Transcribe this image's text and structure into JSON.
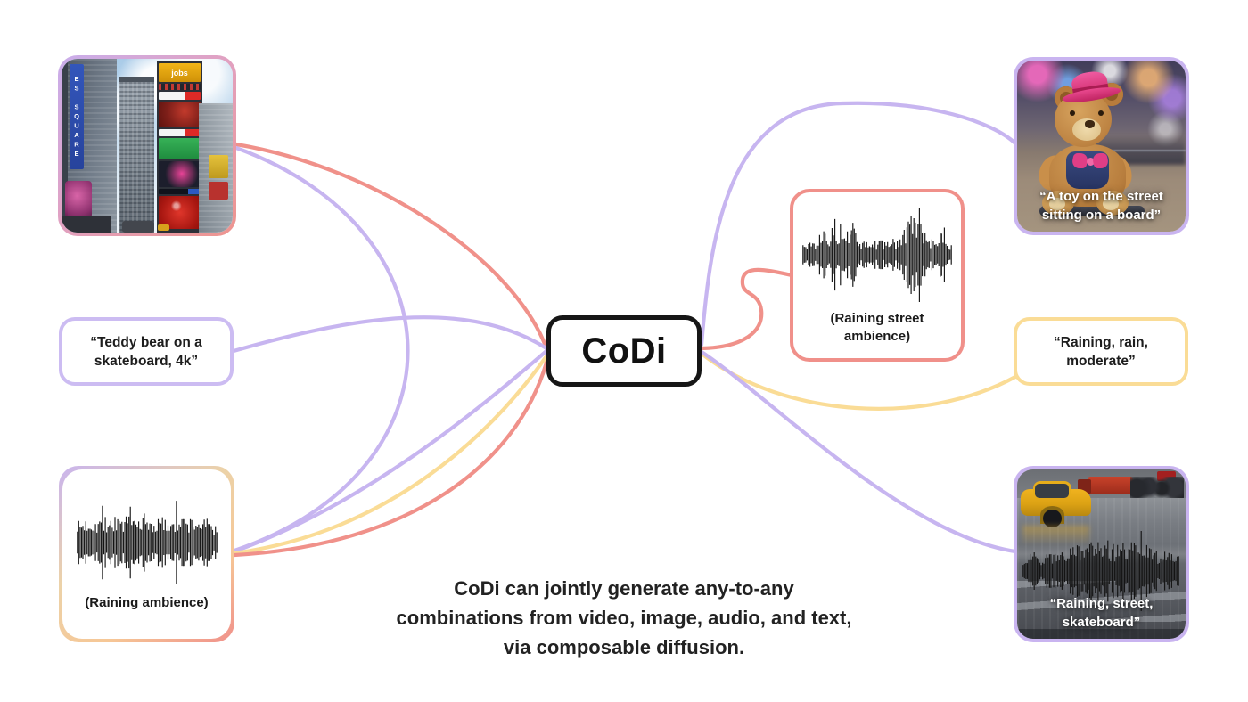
{
  "colors": {
    "salmon": "#F0918A",
    "purple": "#C7B5F0",
    "yellow": "#FADC96",
    "ink": "#161616"
  },
  "center": {
    "label": "CoDi"
  },
  "inputs": {
    "image": {
      "vertical_sign": "ES SQUARE",
      "billboard_jobs": "jobs"
    },
    "text": {
      "line1": "“Teddy bear on a",
      "line2": "skateboard, 4k”"
    },
    "audio": {
      "label": "(Raining ambience)"
    }
  },
  "outputs": {
    "image": {
      "caption_line1": "“A toy on the street",
      "caption_line2": "sitting on a board”"
    },
    "audio": {
      "label_line1": "(Raining street",
      "label_line2": "ambience)"
    },
    "text": {
      "line1": "“Raining, rain,",
      "line2": "moderate”"
    },
    "video": {
      "caption_line1": "“Raining, street,",
      "caption_line2": "skateboard”"
    }
  },
  "caption": {
    "line1": "CoDi can jointly generate any-to-any",
    "line2": "combinations from video, image, audio, and text,",
    "line3": "via composable diffusion."
  }
}
